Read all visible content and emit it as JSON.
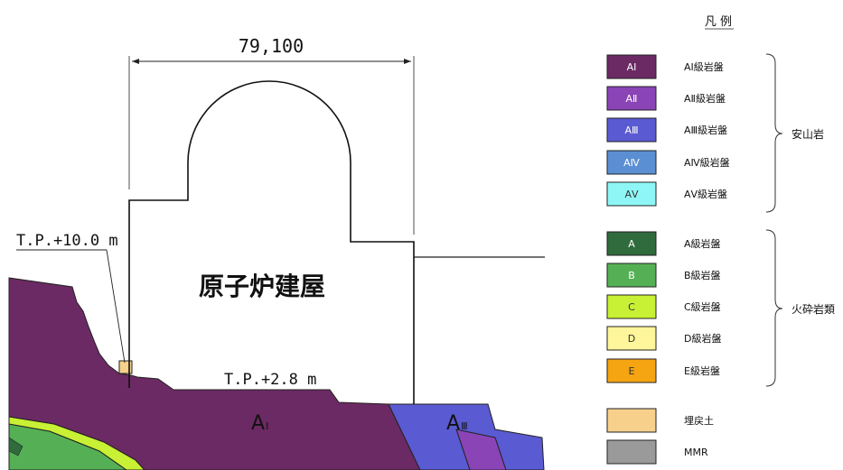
{
  "section": {
    "dimension_label": "79,100",
    "building_label": "原子炉建屋",
    "tp_upper": "T.P.+10.0 m",
    "tp_lower": "T.P.+2.8 m",
    "zone_left_prefix": "A",
    "zone_left_sub": "Ⅰ",
    "zone_right_prefix": "A",
    "zone_right_sub": "Ⅲ"
  },
  "legend": {
    "title": "凡 例",
    "items": [
      {
        "code": "AⅠ",
        "label": "AⅠ級岩盤",
        "color": "#6b2a63",
        "code_color": "#ffffff"
      },
      {
        "code": "AⅡ",
        "label": "AⅡ級岩盤",
        "color": "#8a44b6",
        "code_color": "#ffffff"
      },
      {
        "code": "AⅢ",
        "label": "AⅢ級岩盤",
        "color": "#5a5ad2",
        "code_color": "#ffffff"
      },
      {
        "code": "AⅣ",
        "label": "AⅣ級岩盤",
        "color": "#5b8fd3",
        "code_color": "#ffffff"
      },
      {
        "code": "AⅤ",
        "label": "AⅤ級岩盤",
        "color": "#8ff6f6",
        "code_color": "#333333"
      },
      {
        "code": "A",
        "label": "A級岩盤",
        "color": "#2f6b3c",
        "code_color": "#ffffff"
      },
      {
        "code": "B",
        "label": "B級岩盤",
        "color": "#55b055",
        "code_color": "#ffffff"
      },
      {
        "code": "C",
        "label": "C級岩盤",
        "color": "#c8f034",
        "code_color": "#333333"
      },
      {
        "code": "D",
        "label": "D級岩盤",
        "color": "#fff59a",
        "code_color": "#333333"
      },
      {
        "code": "E",
        "label": "E級岩盤",
        "color": "#f5a412",
        "code_color": "#333333"
      },
      {
        "code": "",
        "label": "埋戻土",
        "color": "#f7d08c",
        "code_color": "#333333"
      },
      {
        "code": "",
        "label": "MMR",
        "color": "#9a9a9a",
        "code_color": "#333333"
      }
    ],
    "group_andesite": "安山岩",
    "group_pyroclastic": "火砕岩類"
  }
}
